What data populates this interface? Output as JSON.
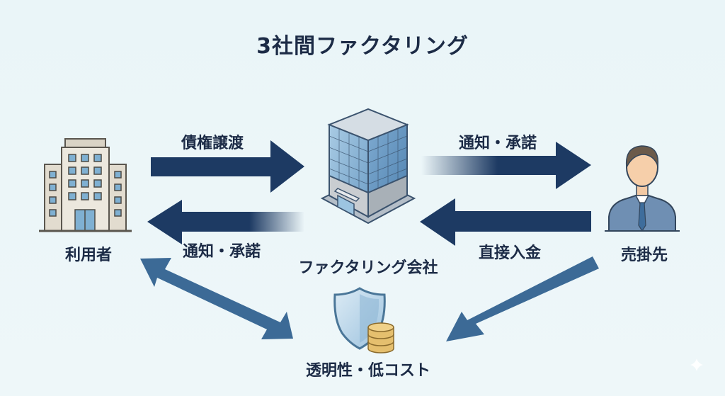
{
  "title": "3社間ファクタリング",
  "nodes": {
    "user": {
      "label": "利用者",
      "icon": "office-building-icon"
    },
    "factoring_company": {
      "label": "ファクタリング会社",
      "icon": "glass-tower-icon"
    },
    "debtor": {
      "label": "売掛先",
      "icon": "businessman-icon"
    },
    "benefit": {
      "label": "透明性・低コスト",
      "icon": "shield-coins-icon"
    }
  },
  "arrows": {
    "user_to_factor": {
      "label": "債権譲渡"
    },
    "factor_to_user": {
      "label": "通知・承諾"
    },
    "factor_to_debtor": {
      "label": "通知・承諾"
    },
    "debtor_to_factor": {
      "label": "直接入金"
    }
  },
  "colors": {
    "arrow_dark": "#1d3a63",
    "arrow_mid": "#3c6a96",
    "text": "#1c2b46",
    "background": "#eaf5f8"
  },
  "watermark": {
    "icon": "sparkle-icon"
  }
}
